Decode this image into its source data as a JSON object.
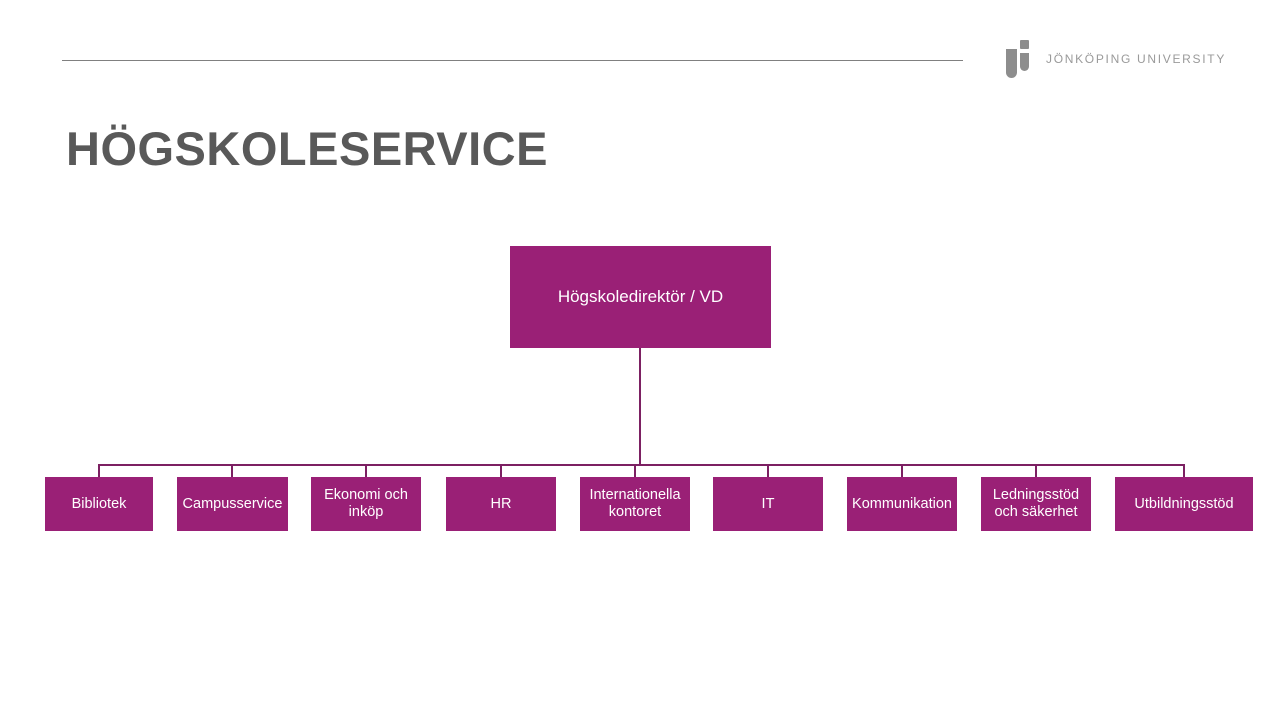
{
  "header": {
    "title": "HÖGSKOLESERVICE",
    "logo_text": "JÖNKÖPING UNIVERSITY"
  },
  "org_chart": {
    "root": {
      "label": "Högskoledirektör / VD"
    },
    "departments": [
      {
        "label": "Bibliotek"
      },
      {
        "label": "Campusservice"
      },
      {
        "label": "Ekonomi och inköp"
      },
      {
        "label": "HR"
      },
      {
        "label": "Internationella kontoret"
      },
      {
        "label": "IT"
      },
      {
        "label": "Kommunikation"
      },
      {
        "label": "Ledningsstöd och säkerhet"
      },
      {
        "label": "Utbildningsstöd"
      }
    ]
  },
  "icons": {
    "logo": "ju-monogram-icon"
  },
  "colors": {
    "box_fill": "#9A2076",
    "box_text": "#FFFFFF",
    "connector": "#7C2062",
    "title_text": "#595959",
    "divider_gray": "#808080",
    "logo_gray": "#9A9A9A",
    "logo_icon_gray": "#8D8D8D"
  }
}
